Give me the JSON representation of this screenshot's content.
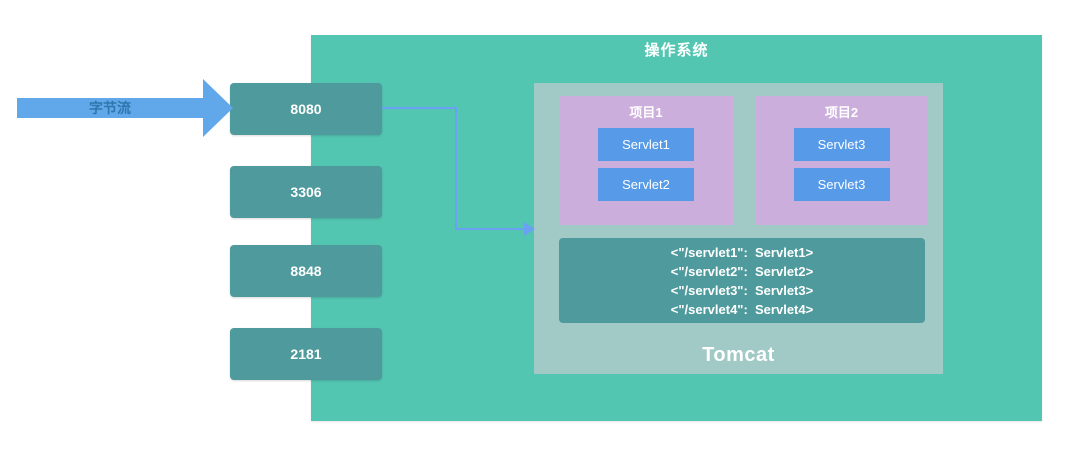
{
  "colors": {
    "os_container_bg": "#53c6b2",
    "tomcat_container_bg": "#a1c9c6",
    "port_box_bg": "#4f9a9c",
    "mapping_box_bg": "#4f9a9c",
    "project_box_bg": "#ccaedd",
    "servlet_box_bg": "#579ae8",
    "arrow_fill": "#61a8ea",
    "arrow_label_color": "#2e77ae",
    "connector_color": "#6ba1f2",
    "label_text": "#ffffff"
  },
  "arrow": {
    "label": "字节流"
  },
  "ports": [
    {
      "label": "8080"
    },
    {
      "label": "3306"
    },
    {
      "label": "8848"
    },
    {
      "label": "2181"
    }
  ],
  "os": {
    "title": "操作系统"
  },
  "tomcat": {
    "label": "Tomcat",
    "projects": [
      {
        "title": "项目1",
        "servlets": [
          "Servlet1",
          "Servlet2"
        ]
      },
      {
        "title": "项目2",
        "servlets": [
          "Servlet3",
          "Servlet3"
        ]
      }
    ],
    "mapping": {
      "lines": [
        "<\"/servlet1\":  Servlet1>",
        "<\"/servlet2\":  Servlet2>",
        "<\"/servlet3\":  Servlet3>",
        "<\"/servlet4\":  Servlet4>"
      ]
    }
  }
}
